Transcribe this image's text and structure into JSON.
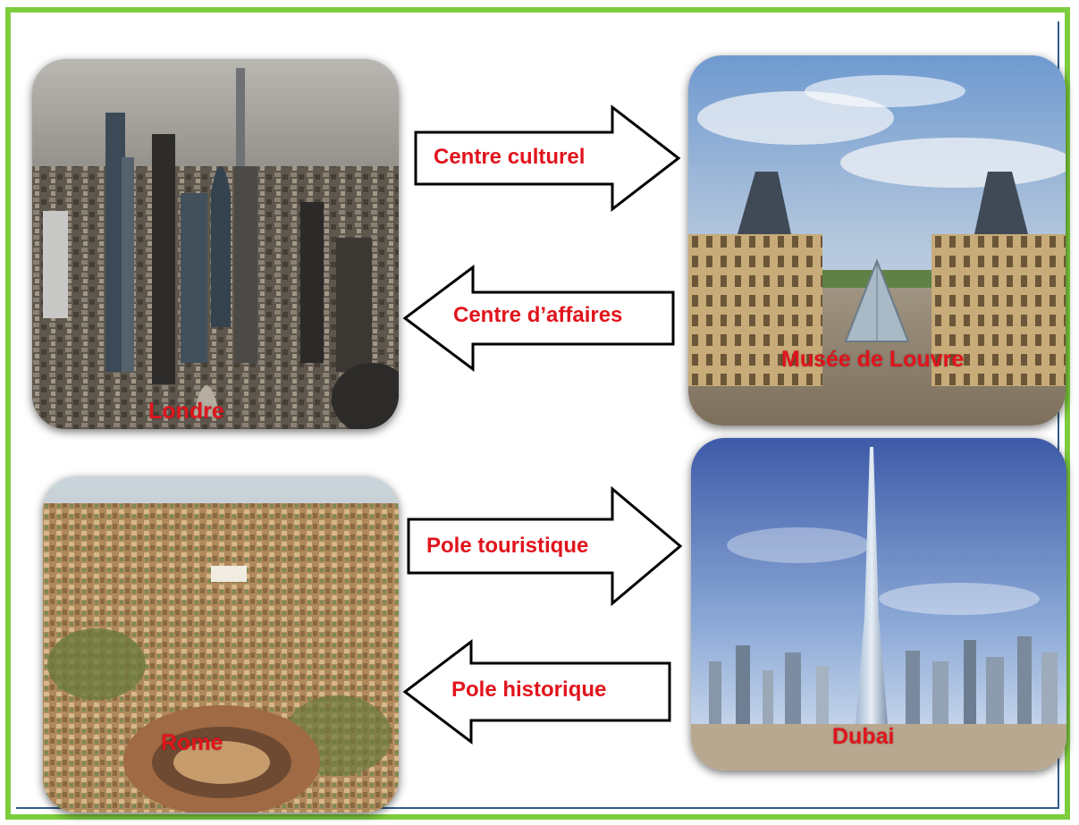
{
  "colors": {
    "frame_border": "#7ccc3c",
    "label_red": "#e1141c"
  },
  "cities": {
    "london": {
      "label": "Londre",
      "depiction": "skyline-photo"
    },
    "louvre": {
      "label": "Musée de Louvre",
      "depiction": "museum-courtyard-photo"
    },
    "rome": {
      "label": "Rome",
      "depiction": "colosseum-aerial-photo"
    },
    "dubai": {
      "label": "Dubai",
      "depiction": "burj-khalifa-skyline-photo"
    }
  },
  "arrows": [
    {
      "label": "Centre culturel",
      "direction": "right"
    },
    {
      "label": "Centre d’affaires",
      "direction": "left"
    },
    {
      "label": "Pole touristique",
      "direction": "right"
    },
    {
      "label": "Pole historique",
      "direction": "left"
    }
  ]
}
